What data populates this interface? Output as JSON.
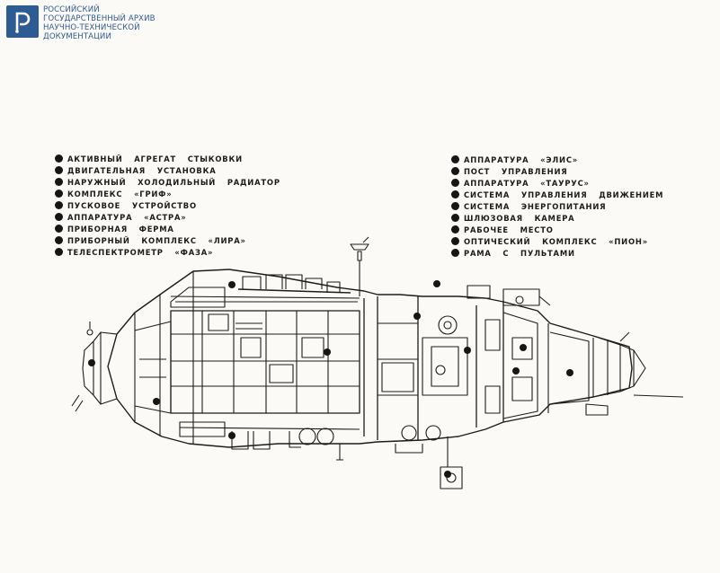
{
  "header": {
    "logo_name": "rgantd-logo",
    "archive_lines": [
      "РОССИЙСКИЙ",
      "ГОСУДАРСТВЕННЫЙ АРХИВ",
      "НАУЧНО-ТЕХНИЧЕСКОЙ",
      "ДОКУМЕНТАЦИИ"
    ],
    "logo_color": "#2f5b93"
  },
  "legend_left": [
    "АКТИВНЫЙ АГРЕГАТ СТЫКОВКИ",
    "ДВИГАТЕЛЬНАЯ УСТАНОВКА",
    "НАРУЖНЫЙ ХОЛОДИЛЬНЫЙ РАДИАТОР",
    "КОМПЛЕКС «ГРИФ»",
    "ПУСКОВОЕ УСТРОЙСТВО",
    "АППАРАТУРА «АСТРА»",
    "ПРИБОРНАЯ ФЕРМА",
    "ПРИБОРНЫЙ КОМПЛЕКС «ЛИРА»",
    "ТЕЛЕСПЕКТРОМЕТР «ФАЗА»"
  ],
  "legend_right": [
    "АППАРАТУРА «ЭЛИС»",
    "ПОСТ УПРАВЛЕНИЯ",
    "АППАРАТУРА «ТАУРУС»",
    "СИСТЕМА УПРАВЛЕНИЯ ДВИЖЕНИЕМ",
    "СИСТЕМА ЭНЕРГОПИТАНИЯ",
    "ШЛЮЗОВАЯ КАМЕРА",
    "РАБОЧЕЕ МЕСТО",
    "ОПТИЧЕСКИЙ КОМПЛЕКС «ПИОН»",
    "РАМА С ПУЛЬТАМИ"
  ],
  "colors": {
    "ink": "#161616",
    "paper": "#fbfaf7"
  }
}
